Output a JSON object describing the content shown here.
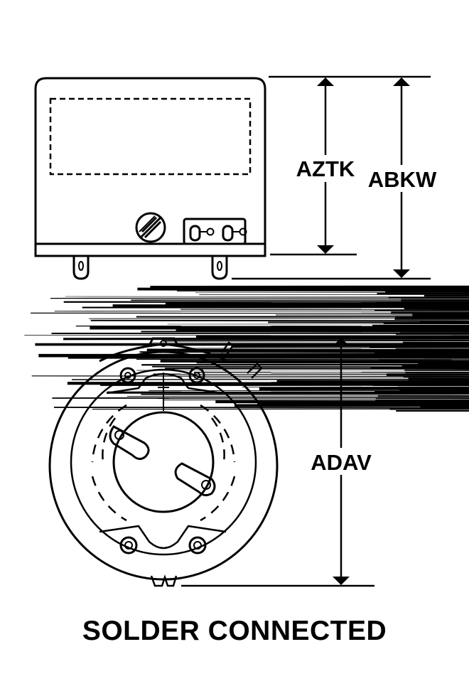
{
  "dimensions": {
    "aztk": "AZTK",
    "abkw": "ABKW",
    "adav": "ADAV"
  },
  "caption": "SOLDER CONNECTED",
  "colors": {
    "ink": "#000000",
    "paper": "#ffffff"
  }
}
